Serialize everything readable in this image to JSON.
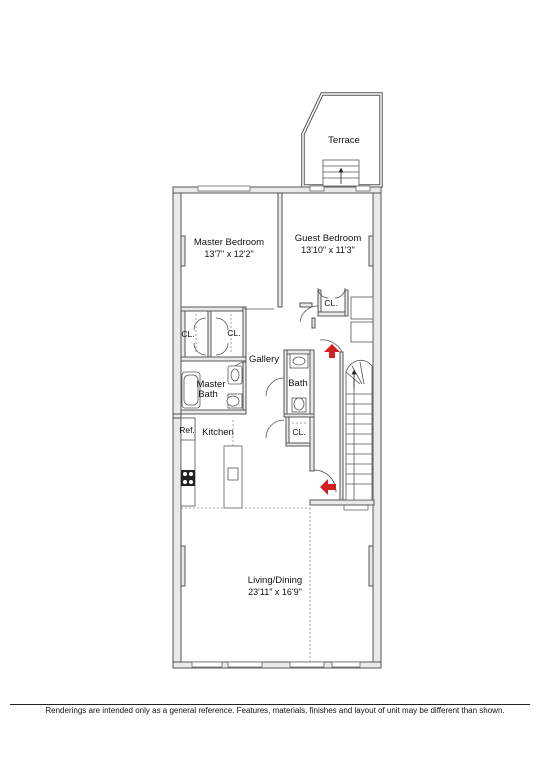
{
  "rooms": {
    "terrace": {
      "label": "Terrace"
    },
    "master_bedroom": {
      "label": "Master Bedroom",
      "dims": "13'7\" x 12'2\""
    },
    "guest_bedroom": {
      "label": "Guest Bedroom",
      "dims": "13'10\" x 11'3\""
    },
    "closet_guest": {
      "label": "CL."
    },
    "closet_left": {
      "label": "CL."
    },
    "closet_right": {
      "label": "CL."
    },
    "gallery": {
      "label": "Gallery"
    },
    "master_bath": {
      "label_line1": "Master",
      "label_line2": "Bath"
    },
    "bath": {
      "label": "Bath"
    },
    "closet_hall": {
      "label": "CL."
    },
    "kitchen": {
      "label": "Kitchen"
    },
    "refrigerator": {
      "label": "Ref."
    },
    "living_dining": {
      "label": "Living/Dining",
      "dims": "23'11\" x 16'9\""
    }
  },
  "colors": {
    "arrow": "#d42020",
    "wall_fill": "#e9e9e9",
    "wall_stroke": "#555555"
  },
  "footer": {
    "disclaimer": "Renderings are intended only as a general reference. Features, materials, finishes and layout of unit may be different than shown."
  }
}
